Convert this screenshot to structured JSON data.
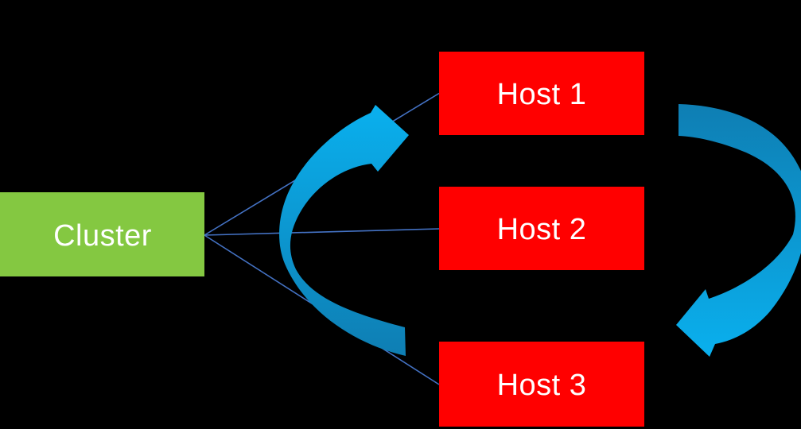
{
  "diagram": {
    "background": "#000000",
    "text_color": "#FFFFFF",
    "cluster": {
      "label": "Cluster",
      "fill": "#84C841"
    },
    "hosts": [
      {
        "label": "Host 1",
        "fill": "#FF0000"
      },
      {
        "label": "Host 2",
        "fill": "#FF0000"
      },
      {
        "label": "Host 3",
        "fill": "#FF0000"
      }
    ],
    "connector": {
      "color": "#4472C4"
    },
    "cycle_arrows": {
      "light": "#0AB0EE",
      "dark": "#0E7EB3"
    }
  }
}
